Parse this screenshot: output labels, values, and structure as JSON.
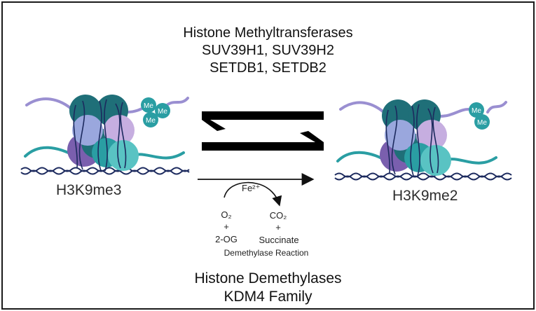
{
  "methyltransferases": {
    "title": "Histone Methyltransferases",
    "line1": "SUV39H1, SUV39H2",
    "line2": "SETDB1, SETDB2"
  },
  "left_state": {
    "label": "H3K9me3",
    "marks": [
      "Me",
      "Me",
      "Me"
    ]
  },
  "right_state": {
    "label": "H3K9me2",
    "marks": [
      "Me",
      "Me"
    ]
  },
  "reaction": {
    "cofactor": "Fe²⁺",
    "substrate_1": "O₂",
    "plus_left": "+",
    "substrate_2": "2-OG",
    "product_1": "CO₂",
    "plus_right": "+",
    "product_2": "Succinate",
    "caption": "Demethylase Reaction"
  },
  "demethylases": {
    "title": "Histone Demethylases",
    "family": "KDM4 Family"
  },
  "colors": {
    "dark_teal": "#1f6f78",
    "teal": "#2a9ea3",
    "light_teal": "#59c3c3",
    "periwinkle": "#9aa7dd",
    "purple": "#9a7ac0",
    "lavender": "#c6aee0",
    "tail_purple": "#9a8fd1",
    "dna": "#1c2a5e"
  }
}
